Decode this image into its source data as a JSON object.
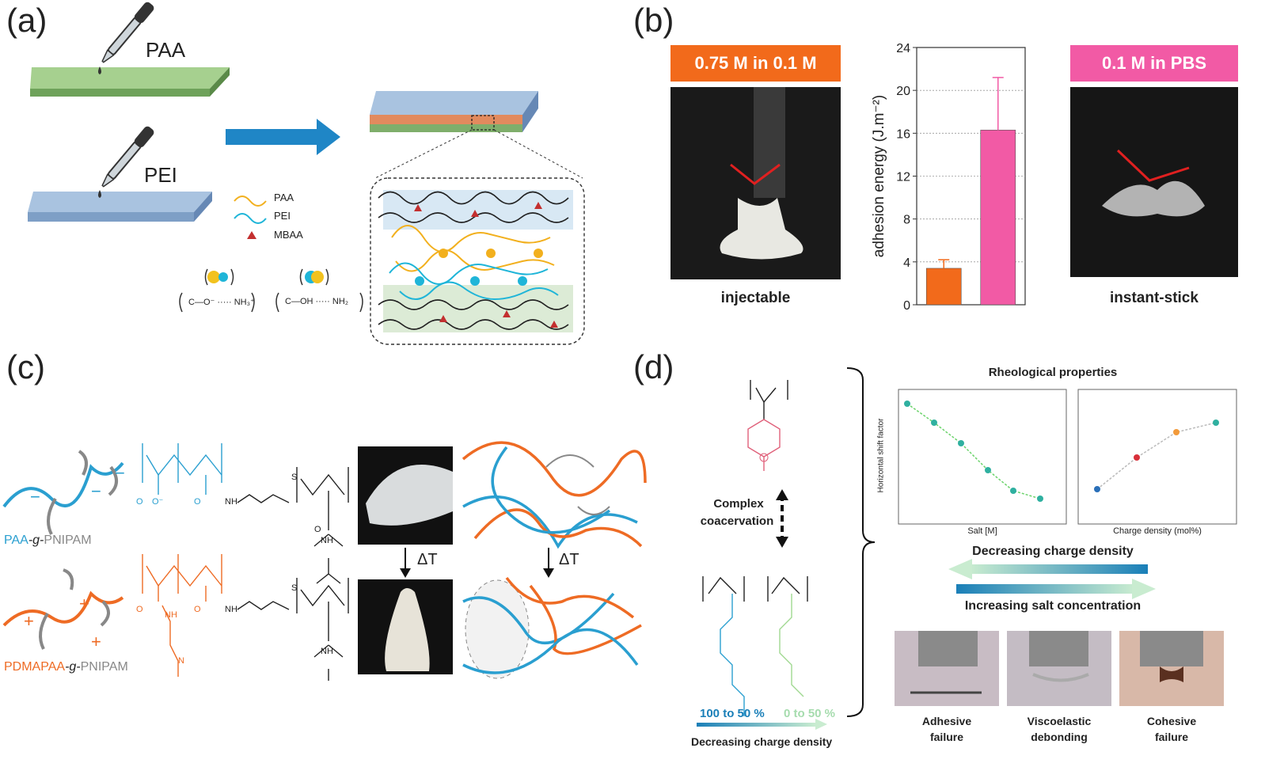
{
  "panels": {
    "a": {
      "label": "(a)",
      "top_drop_label": "PAA",
      "bottom_drop_label": "PEI",
      "legend": [
        "PAA",
        "PEI",
        "MBAA"
      ],
      "chem_left": "C—O⁻ ····· NH₃⁺",
      "chem_right": "C—OH ····· NH₂"
    },
    "b": {
      "label": "(b)",
      "left_badge": "0.75 M in 0.1 M",
      "right_badge": "0.1 M in PBS",
      "left_caption": "injectable",
      "right_caption": "instant-stick",
      "ylabel": "adhesion energy (J.m⁻²)",
      "colors": {
        "orange": "#f26a1b",
        "pink": "#f25aa5"
      }
    },
    "c": {
      "label": "(c)",
      "polymer_top": "PAA-g-PNIPAM",
      "polymer_top_parts": [
        "PAA",
        "-g-",
        "PNIPAM"
      ],
      "polymer_bottom_parts": [
        "PDMAPAA",
        "-g-",
        "PNIPAM"
      ],
      "delta_t": "ΔT",
      "colors": {
        "blue": "#2a9fd0",
        "orange": "#ee6b24"
      }
    },
    "d": {
      "label": "(d)",
      "complex_line1": "Complex",
      "complex_line2": "coacervation",
      "rheo_title": "Rheological properties",
      "plot1_ylabel": "Horizontal shift factor",
      "plot1_xlabel": "Salt [M]",
      "plot2_xlabel": "Charge density (mol%)",
      "arrow_top": "Decreasing charge density",
      "arrow_bottom": "Increasing salt concentration",
      "range_left": "100 to 50 %",
      "range_right": "0 to 50 %",
      "bottom_label": "Decreasing charge density",
      "failure_labels": [
        [
          "Adhesive",
          "failure"
        ],
        [
          "Viscoelastic",
          "debonding"
        ],
        [
          "Cohesive",
          "failure"
        ]
      ]
    }
  },
  "chart_data": {
    "type": "bar",
    "categories": [
      "0.75 M in 0.1 M",
      "0.1 M in PBS"
    ],
    "values": [
      3.4,
      16.3
    ],
    "errors": [
      0.8,
      4.9
    ],
    "ylabel": "adhesion energy (J.m⁻²)",
    "ylim": [
      0,
      24
    ],
    "yticks": [
      0,
      4,
      8,
      12,
      16,
      20,
      24
    ],
    "colors": [
      "#f26a1b",
      "#f25aa5"
    ]
  }
}
